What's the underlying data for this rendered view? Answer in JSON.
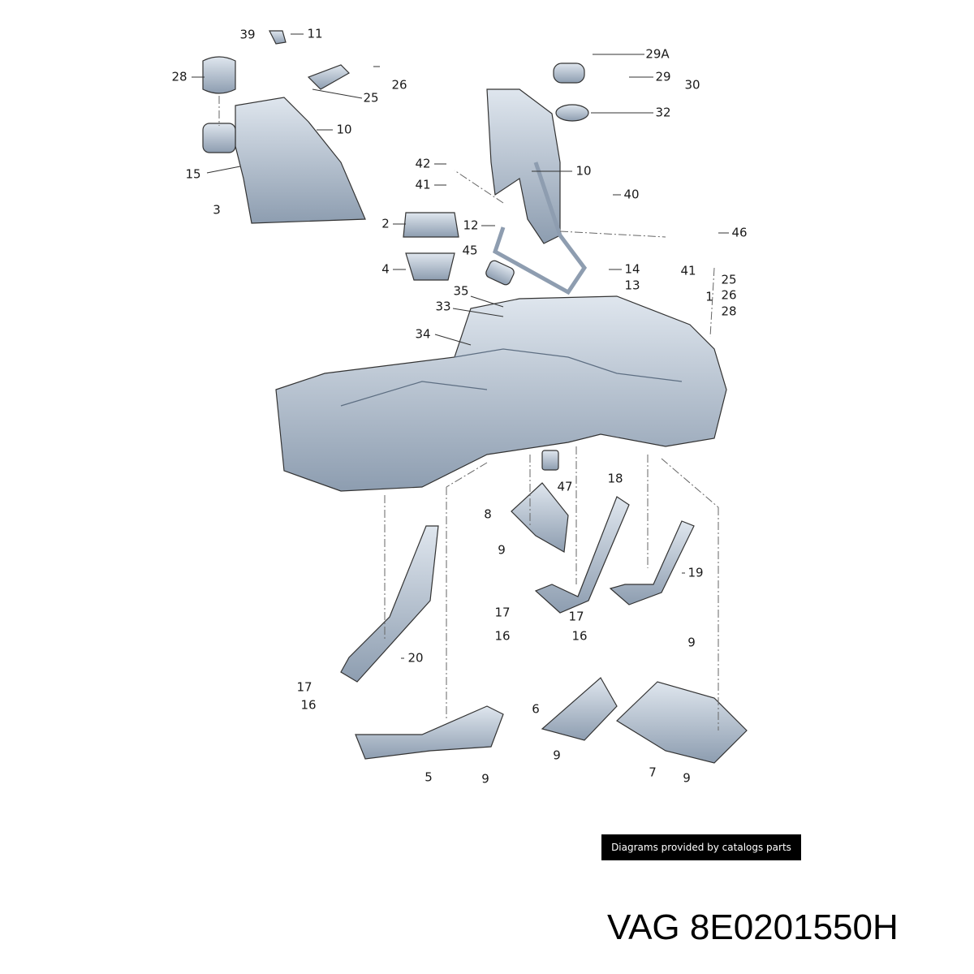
{
  "diagram": {
    "title": "Fuel tank assembly exploded view",
    "callouts": [
      "39",
      "11",
      "28",
      "26",
      "25",
      "10",
      "15",
      "3",
      "29A",
      "29",
      "30",
      "32",
      "10",
      "42",
      "41",
      "40",
      "46",
      "2",
      "12",
      "45",
      "4",
      "14",
      "41",
      "13",
      "25",
      "26",
      "28",
      "1",
      "35",
      "33",
      "34",
      "47",
      "18",
      "8",
      "9",
      "19",
      "17",
      "17",
      "16",
      "16",
      "20",
      "9",
      "17",
      "16",
      "6",
      "5",
      "9",
      "9",
      "7",
      "9"
    ]
  },
  "credit": "Diagrams provided by catalogs parts",
  "part_number": "VAG 8E0201550H",
  "colors": {
    "part_fill": "#aebccb",
    "part_dark": "#7d8fa3",
    "line": "#333333",
    "badge": "#000000"
  }
}
